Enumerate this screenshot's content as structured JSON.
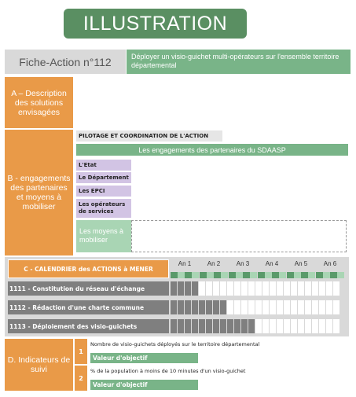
{
  "title": "ILLUSTRATION",
  "fiche": {
    "label": "Fiche-Action n°112",
    "description": "Déployer un visio-guichet multi-opérateurs sur l'ensemble territoire départemental"
  },
  "section_a": {
    "label": "A – Description des solutions envisagées"
  },
  "section_b": {
    "label": "B - engagements des partenaires et moyens à mobiliser",
    "pilotage": "PILOTAGE ET COORDINATION DE L'ACTION",
    "engagements": "Les engagements des partenaires du SDAASP",
    "partners": [
      "L'Etat",
      "Le Département",
      "Les EPCI",
      "Les opérateurs de services"
    ],
    "moyens": "Les moyens à mobiliser"
  },
  "calendar": {
    "header": "C - CALENDRIER des ACTIONS à MENER",
    "years": [
      "An 1",
      "An 2",
      "An 3",
      "An 4",
      "An 5",
      "An 6"
    ],
    "rows": [
      {
        "label": "1111 - Constitution du réseau d'échange",
        "filled": 4
      },
      {
        "label": "1112 - Rédaction d'une charte commune",
        "filled": 8
      },
      {
        "label": "1113 - Déploiement des visio-guichets",
        "filled": 12
      }
    ],
    "colors": {
      "dark": "#7f7f7f",
      "light": "#ffffff",
      "year_seg_dark": "#5a9a6a",
      "year_seg_light": "#a9d5b4"
    }
  },
  "section_d": {
    "label": "D. Indicateurs de suivi",
    "indicators": [
      {
        "num": "1",
        "text": "Nombre de visio-guichets déployés sur le territoire départemental",
        "value_label": "Valeur d'objectif"
      },
      {
        "num": "2",
        "text": "% de la population à moins de 10 minutes d'un visio-guichet",
        "value_label": "Valeur d'objectif"
      }
    ]
  }
}
